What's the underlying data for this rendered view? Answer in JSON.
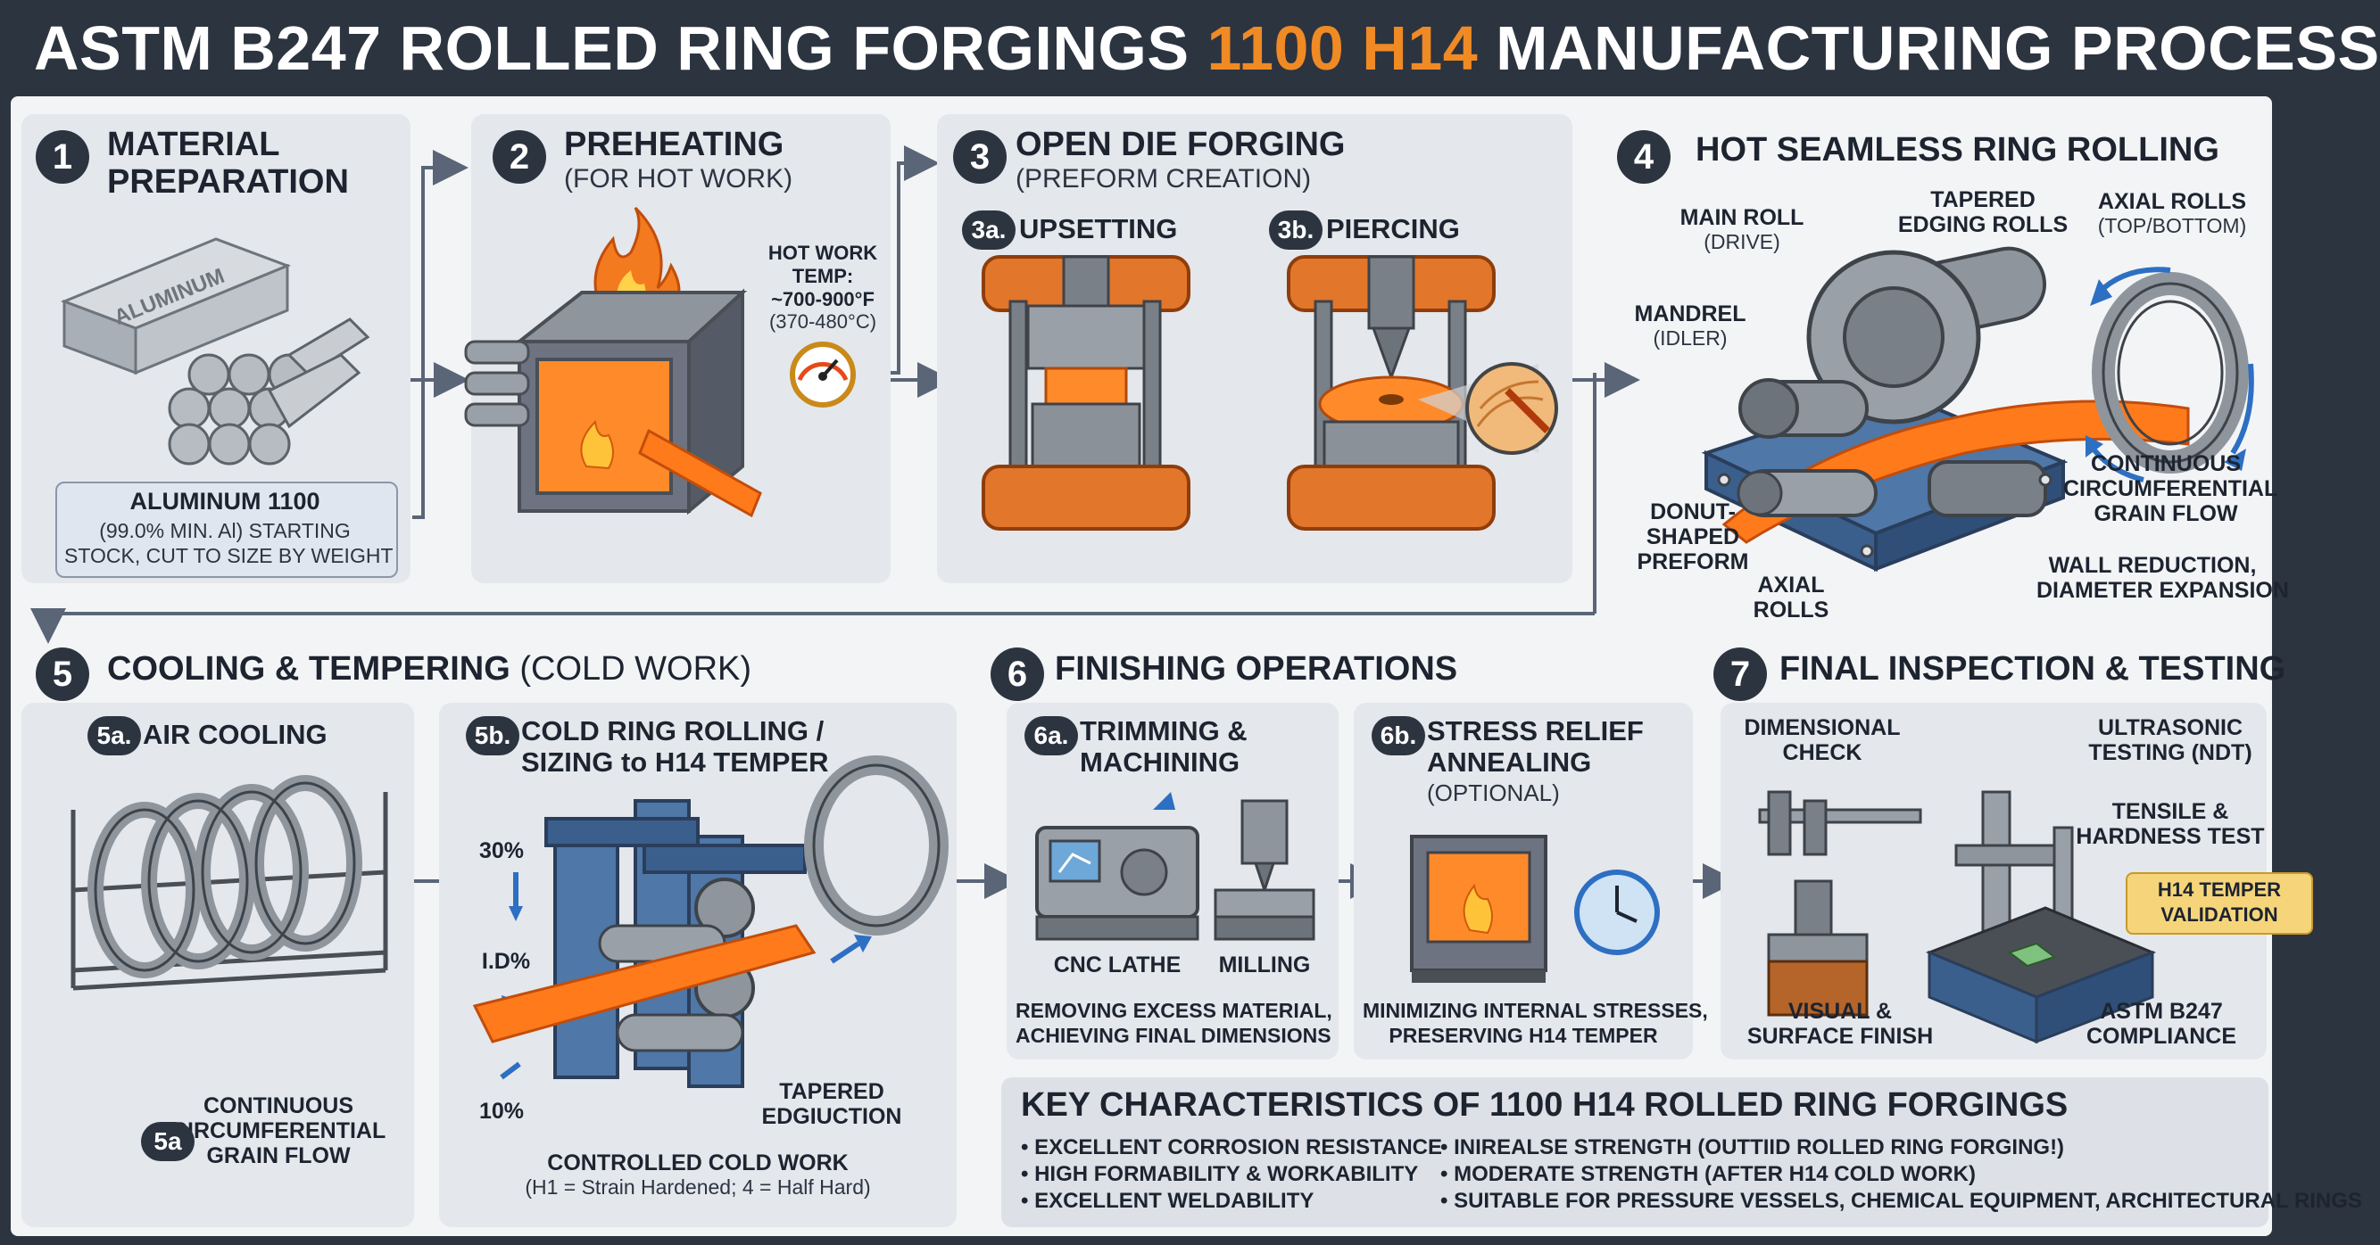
{
  "title": {
    "part1": "ASTM B247 ROLLED RING FORGINGS ",
    "accent": "1100 H14",
    "part2": " MANUFACTURING PROCESS"
  },
  "colors": {
    "dark": "#2c3440",
    "accent": "#f08a24",
    "hot": "#ff7a1a",
    "steel": "#8f959c",
    "blue": "#4f77a8"
  },
  "steps": {
    "s1": {
      "num": "1",
      "title1": "MATERIAL",
      "title2": "PREPARATION",
      "ingot_text": "ALUMINUM",
      "box_title": "ALUMINUM 1100",
      "box_l1": "(99.0% MIN. Al) STARTING",
      "box_l2": "STOCK, CUT TO SIZE BY WEIGHT"
    },
    "s2": {
      "num": "2",
      "title": "PREHEATING",
      "sub": "(FOR HOT WORK)",
      "temp1": "HOT WORK",
      "temp2": "TEMP:",
      "temp3": "~700-900°F",
      "temp4": "(370-480°C)"
    },
    "s3": {
      "num": "3",
      "title": "OPEN DIE FORGING",
      "sub": "(PREFORM CREATION)",
      "a_num": "3a.",
      "a_title": "UPSETTING",
      "b_num": "3b.",
      "b_title": "PIERCING"
    },
    "s4": {
      "num": "4",
      "title": "HOT SEAMLESS RING ROLLING",
      "main_roll": "MAIN ROLL",
      "main_roll_sub": "(DRIVE)",
      "edging1": "TAPERED",
      "edging2": "EDGING ROLLS",
      "axial1": "AXIAL ROLLS",
      "axial_sub": "(TOP/BOTTOM)",
      "mandrel": "MANDREL",
      "mandrel_sub": "(IDLER)",
      "cont1": "CONTINUOUS",
      "cont2": "CIRCUMFERENTIAL",
      "cont3": "GRAIN FLOW",
      "donut1": "DONUT-",
      "donut2": "SHAPED",
      "donut3": "PREFORM",
      "axr1": "AXIAL",
      "axr2": "ROLLS",
      "wall1": "WALL REDUCTION,",
      "wall2": "DIAMETER EXPANSION"
    },
    "s5": {
      "num": "5",
      "title": "COOLING & TEMPERING",
      "sub": "(COLD WORK)",
      "a_num": "5a.",
      "a_title": "AIR COOLING",
      "b_num": "5b.",
      "b_title1": "COLD RING ROLLING /",
      "b_title2": "SIZING to H14 TEMPER",
      "pct30": "30%",
      "id": "I.D%",
      "pct10": "10%",
      "tap1": "TAPERED",
      "tap2": "EDGIUCTION",
      "cw1": "CONTROLLED COLD WORK",
      "cw2": "(H1 = Strain Hardened; 4 = Half Hard)",
      "grain_num": "5a",
      "grain1": "CONTINUOUS",
      "grain2": "CIRCUMFERENTIAL",
      "grain3": "GRAIN FLOW"
    },
    "s6": {
      "num": "6",
      "title": "FINISHING OPERATIONS",
      "a_num": "6a.",
      "a_title1": "TRIMMING &",
      "a_title2": "MACHINING",
      "lathe": "CNC LATHE",
      "milling": "MILLING",
      "a_cap1": "REMOVING EXCESS MATERIAL,",
      "a_cap2": "ACHIEVING FINAL DIMENSIONS",
      "b_num": "6b.",
      "b_title1": "STRESS RELIEF",
      "b_title2": "ANNEALING",
      "b_sub": "(OPTIONAL)",
      "b_cap1": "MINIMIZING INTERNAL STRESSES,",
      "b_cap2": "PRESERVING H14 TEMPER"
    },
    "s7": {
      "num": "7",
      "title": "FINAL INSPECTION & TESTING",
      "dim1": "DIMENSIONAL",
      "dim2": "CHECK",
      "ultra1": "ULTRASONIC",
      "ultra2": "TESTING (NDT)",
      "tens1": "TENSILE &",
      "tens2": "HARDNESS TEST",
      "val1": "H14 TEMPER",
      "val2": "VALIDATION",
      "vis1": "VISUAL &",
      "vis2": "SURFACE FINISH",
      "astm1": "ASTM B247",
      "astm2": "COMPLIANCE"
    }
  },
  "key": {
    "title": "KEY CHARACTERISTICS OF 1100 H14 ROLLED RING FORGINGS",
    "left": [
      "• EXCELLENT CORROSION RESISTANCE",
      "• HIGH FORMABILITY & WORKABILITY",
      "• EXCELLENT WELDABILITY"
    ],
    "right": [
      "• INIREALSE STRENGTH (OUTTIID ROLLED RING FORGING!)",
      "• MODERATE STRENGTH (AFTER H14 COLD WORK)",
      "• SUITABLE FOR PRESSURE VESSELS, CHEMICAL EQUIPMENT, ARCHITECTURAL RINGS"
    ]
  }
}
